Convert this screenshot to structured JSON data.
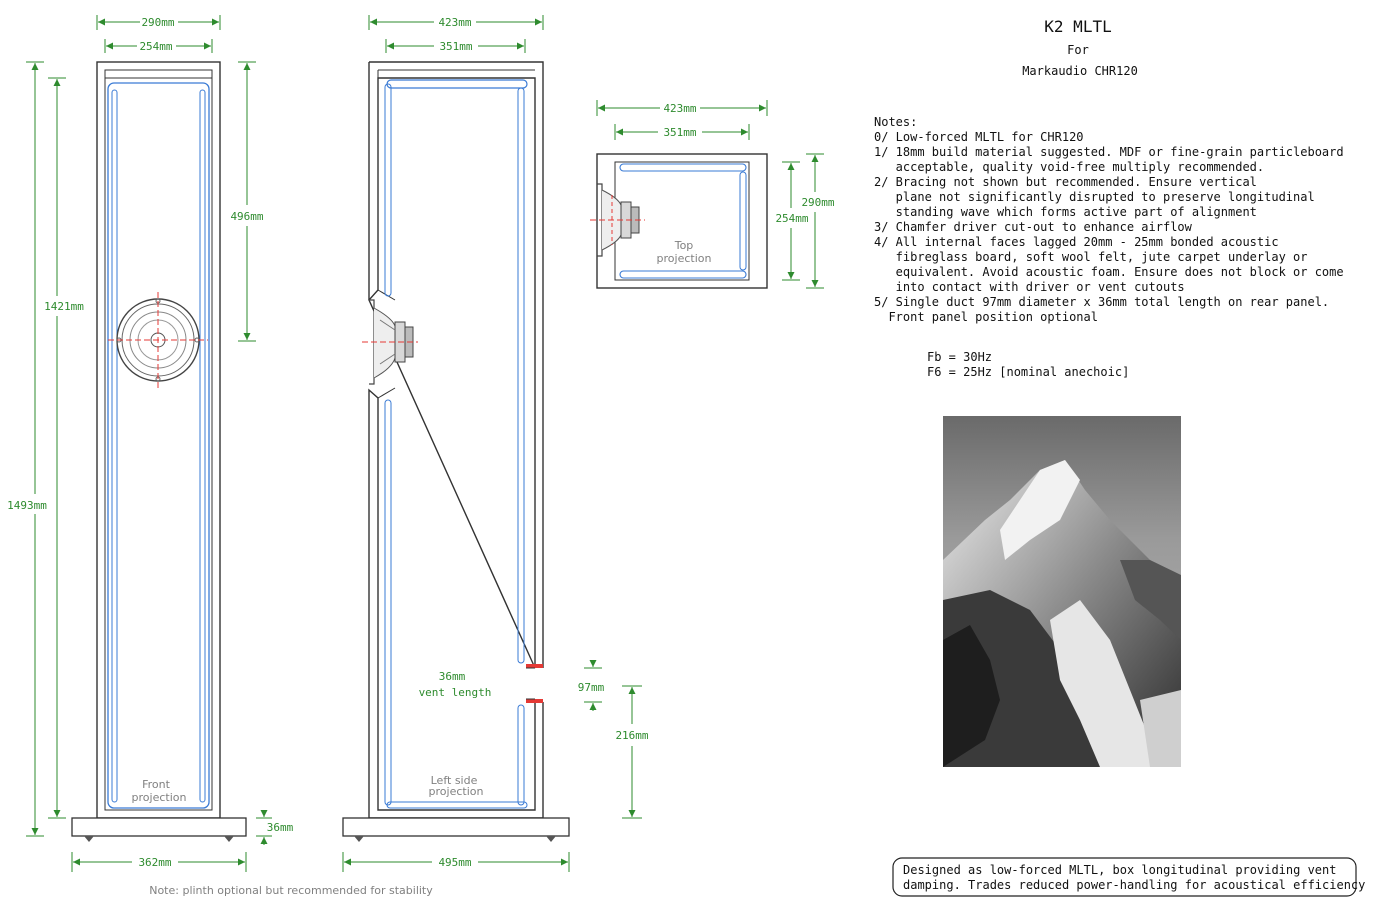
{
  "title": {
    "main": "K2 MLTL",
    "for": "For",
    "driver": "Markaudio CHR120"
  },
  "colors": {
    "dimension": "#2e8b2e",
    "lining": "#3a7bd5",
    "centerline": "#e53935",
    "outline": "#333333"
  },
  "front_view": {
    "outer_width": "290mm",
    "inner_width": "254mm",
    "driver_offset": "496mm",
    "inner_height": "1421mm",
    "total_height": "1493mm",
    "plinth_height": "36mm",
    "plinth_width": "362mm",
    "label_line1": "Front",
    "label_line2": "projection"
  },
  "side_view": {
    "outer_depth": "423mm",
    "inner_depth": "351mm",
    "vent_length_line1": "36mm",
    "vent_length_line2": "vent length",
    "vent_diameter": "97mm",
    "vent_height": "216mm",
    "plinth_width": "495mm",
    "label_line1": "Left side",
    "label_line2": "projection"
  },
  "top_view": {
    "outer_depth": "423mm",
    "inner_depth": "351mm",
    "outer_width": "290mm",
    "inner_width": "254mm",
    "label_line1": "Top",
    "label_line2": "projection"
  },
  "notes": {
    "heading": "Notes:",
    "lines": [
      "0/ Low-forced MLTL for CHR120",
      "1/ 18mm build material suggested. MDF or fine-grain particleboard",
      "   acceptable, quality void-free multiply recommended.",
      "2/ Bracing not shown but recommended. Ensure vertical",
      "   plane not significantly disrupted to preserve longitudinal",
      "   standing wave which forms active part of alignment",
      "3/ Chamfer driver cut-out to enhance airflow",
      "4/ All internal faces lagged 20mm - 25mm bonded acoustic",
      "   fibreglass board, soft wool felt, jute carpet underlay or",
      "   equivalent. Avoid acoustic foam. Ensure does not block or come",
      "   into contact with driver or vent cutouts",
      "5/ Single duct 97mm diameter x 36mm total length on rear panel.",
      "  Front panel position optional"
    ]
  },
  "tuning": {
    "fb": "Fb = 30Hz",
    "f6": "F6 = 25Hz [nominal anechoic]"
  },
  "summary": {
    "line1": "Designed as low-forced MLTL, box longitudinal providing vent",
    "line2": "damping. Trades reduced power-handling for acoustical efficiency"
  },
  "footnote": "Note: plinth optional but recommended for stability"
}
